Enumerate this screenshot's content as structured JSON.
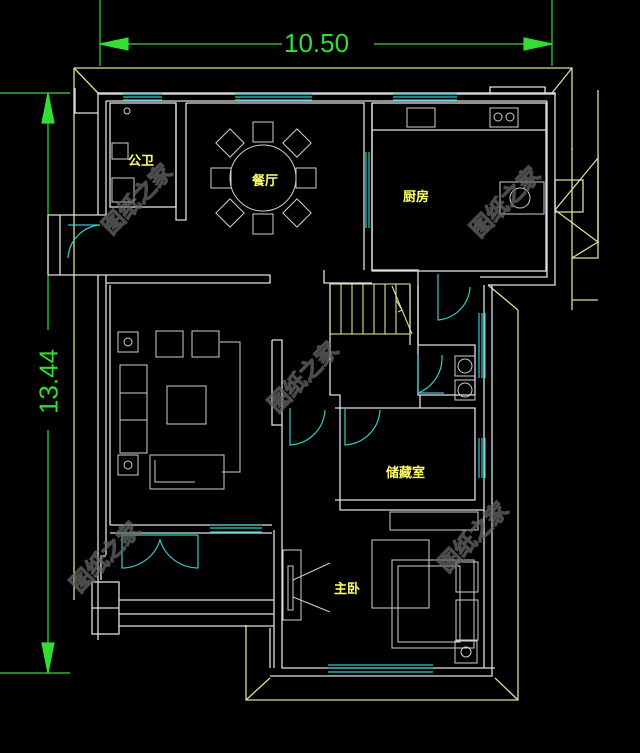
{
  "dimensions": {
    "width": "10.50",
    "height": "13.44"
  },
  "rooms": [
    {
      "id": "bathroom",
      "label": "公卫"
    },
    {
      "id": "dining",
      "label": "餐厅"
    },
    {
      "id": "kitchen",
      "label": "厨房"
    },
    {
      "id": "storage",
      "label": "储藏室"
    },
    {
      "id": "master-bedroom",
      "label": "主卧"
    }
  ],
  "watermark": "图纸之家",
  "colors": {
    "background": "#000000",
    "walls": "#e0e0e0",
    "outline": "#dede9a",
    "windows": "#33cccc",
    "dimension": "#33dd33",
    "room_label": "#ffff66"
  }
}
